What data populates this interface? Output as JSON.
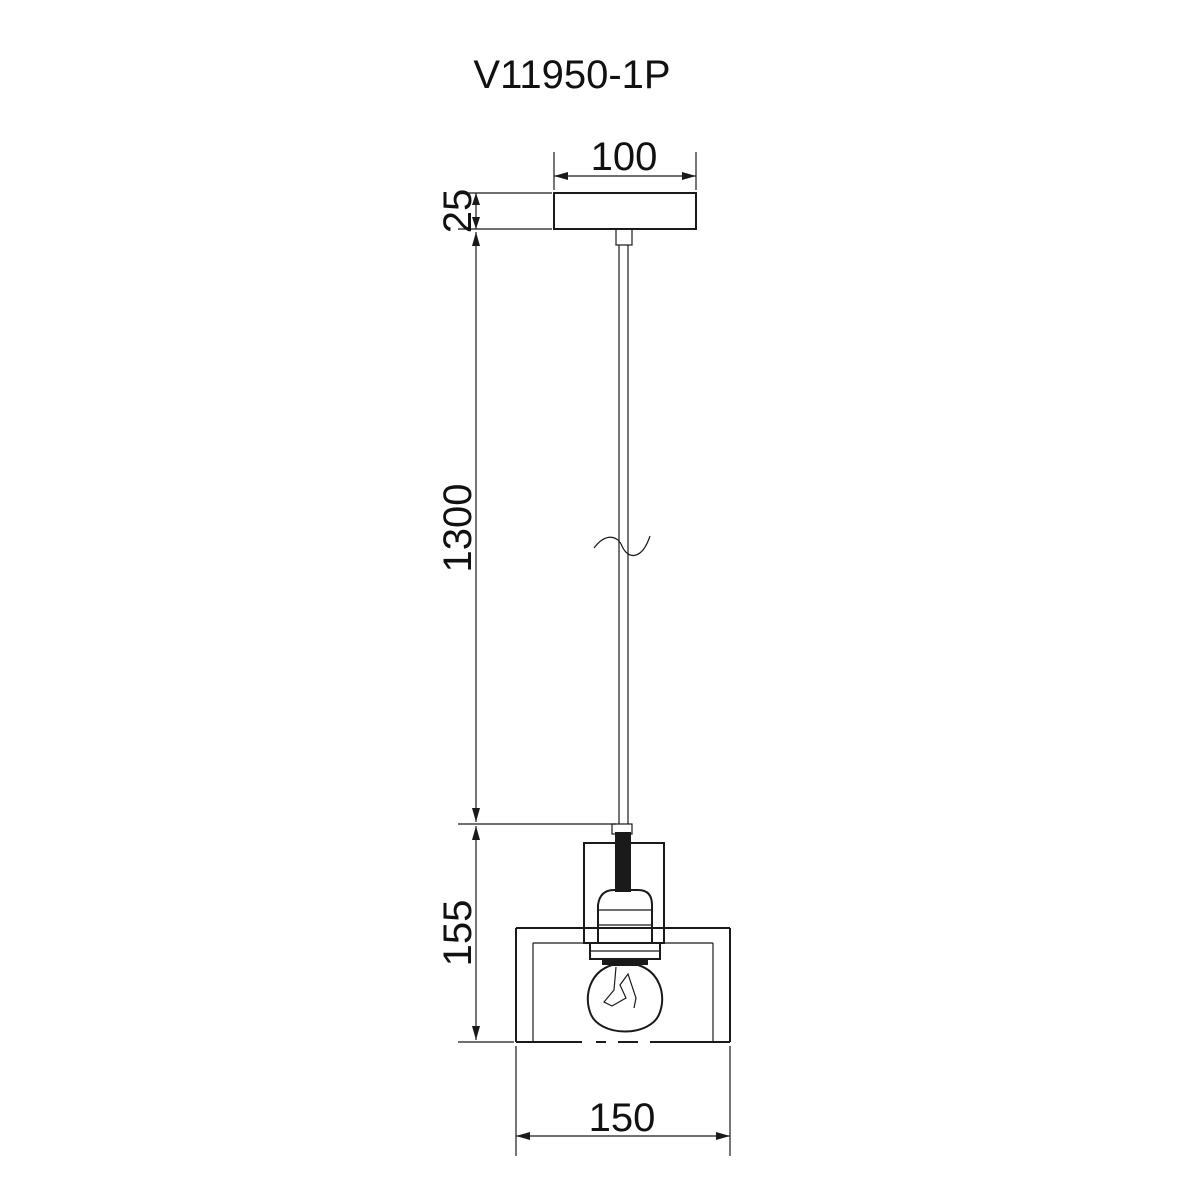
{
  "title": "V11950-1P",
  "dimensions": {
    "canopy_width": "100",
    "canopy_height": "25",
    "cord_length": "1300",
    "shade_height": "155",
    "shade_width": "150"
  }
}
